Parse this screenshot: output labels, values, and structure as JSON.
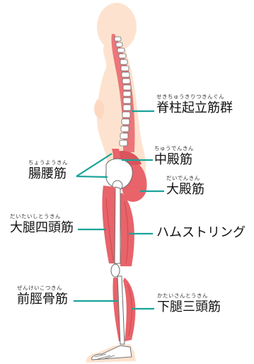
{
  "labels": {
    "erector_spinae": {
      "ruby": "せきちゅうきりつきんぐん",
      "name": "脊柱起立筋群"
    },
    "gluteus_medius": {
      "ruby": "ちゅうでんきん",
      "name": "中殿筋"
    },
    "iliopsoas": {
      "ruby": "ちょうようきん",
      "name": "腸腰筋"
    },
    "gluteus_maximus": {
      "ruby": "だいでんきん",
      "name": "大殿筋"
    },
    "quadriceps": {
      "ruby": "だいたいしとうきん",
      "name": "大腿四頭筋"
    },
    "hamstrings": {
      "ruby": "",
      "name": "ハムストリング"
    },
    "tibialis": {
      "ruby": "ぜんけいこつきん",
      "name": "前脛骨筋"
    },
    "triceps_surae": {
      "ruby": "かたいさんとうきん",
      "name": "下腿三頭筋"
    }
  },
  "colors": {
    "skin": "#fde3cf",
    "muscle": "#e8636a",
    "muscle_dark": "#c9434b",
    "bone": "#ffffff",
    "bone_outline": "#6b6b6b",
    "leader_line": "#1aa39a"
  }
}
